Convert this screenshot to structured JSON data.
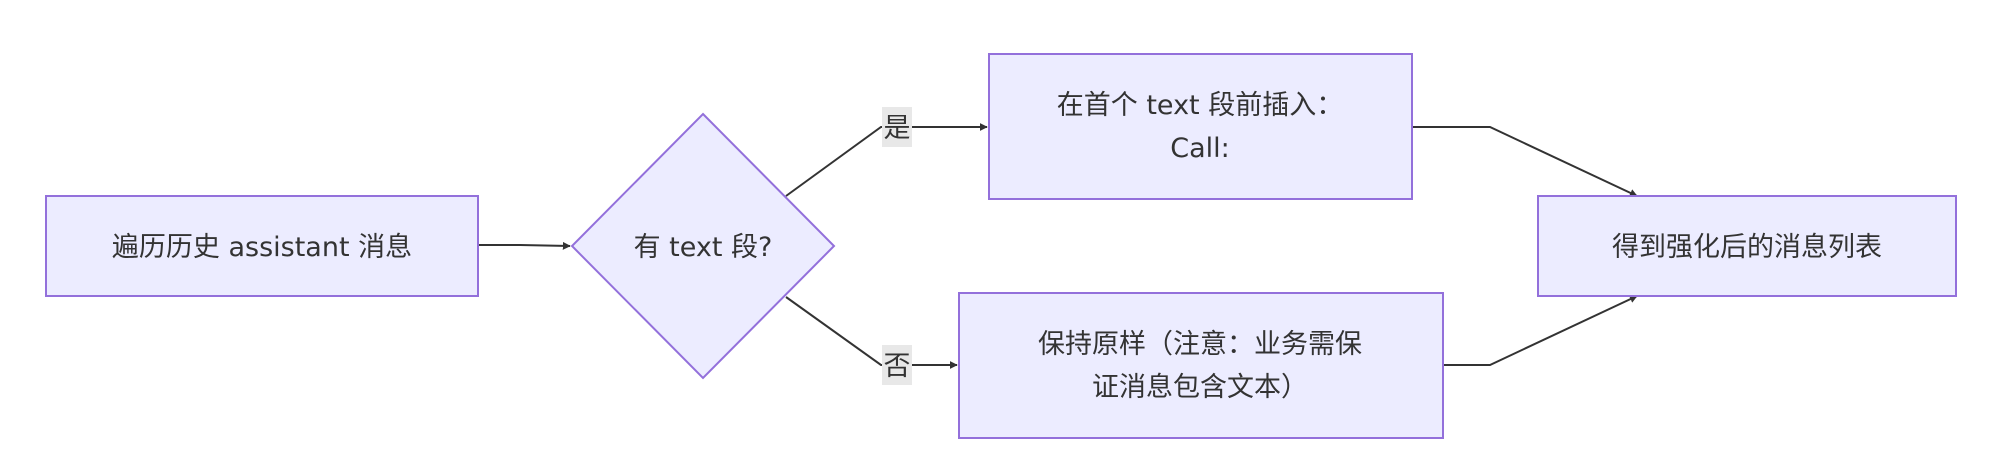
{
  "nodes": {
    "start": "遍历历史 assistant 消息",
    "decision": "有 text 段?",
    "yes_branch": {
      "line1": "在首个 text 段前插入：",
      "line2": "Call:"
    },
    "no_branch": {
      "line1": "保持原样（注意：业务需保",
      "line2": "证消息包含文本）"
    },
    "end": "得到强化后的消息列表"
  },
  "edges": {
    "yes_label": "是",
    "no_label": "否"
  },
  "colors": {
    "node_fill": "#ECECFF",
    "node_stroke": "#9370DB",
    "edge": "#333333",
    "label_bg": "#e8e8e8"
  }
}
